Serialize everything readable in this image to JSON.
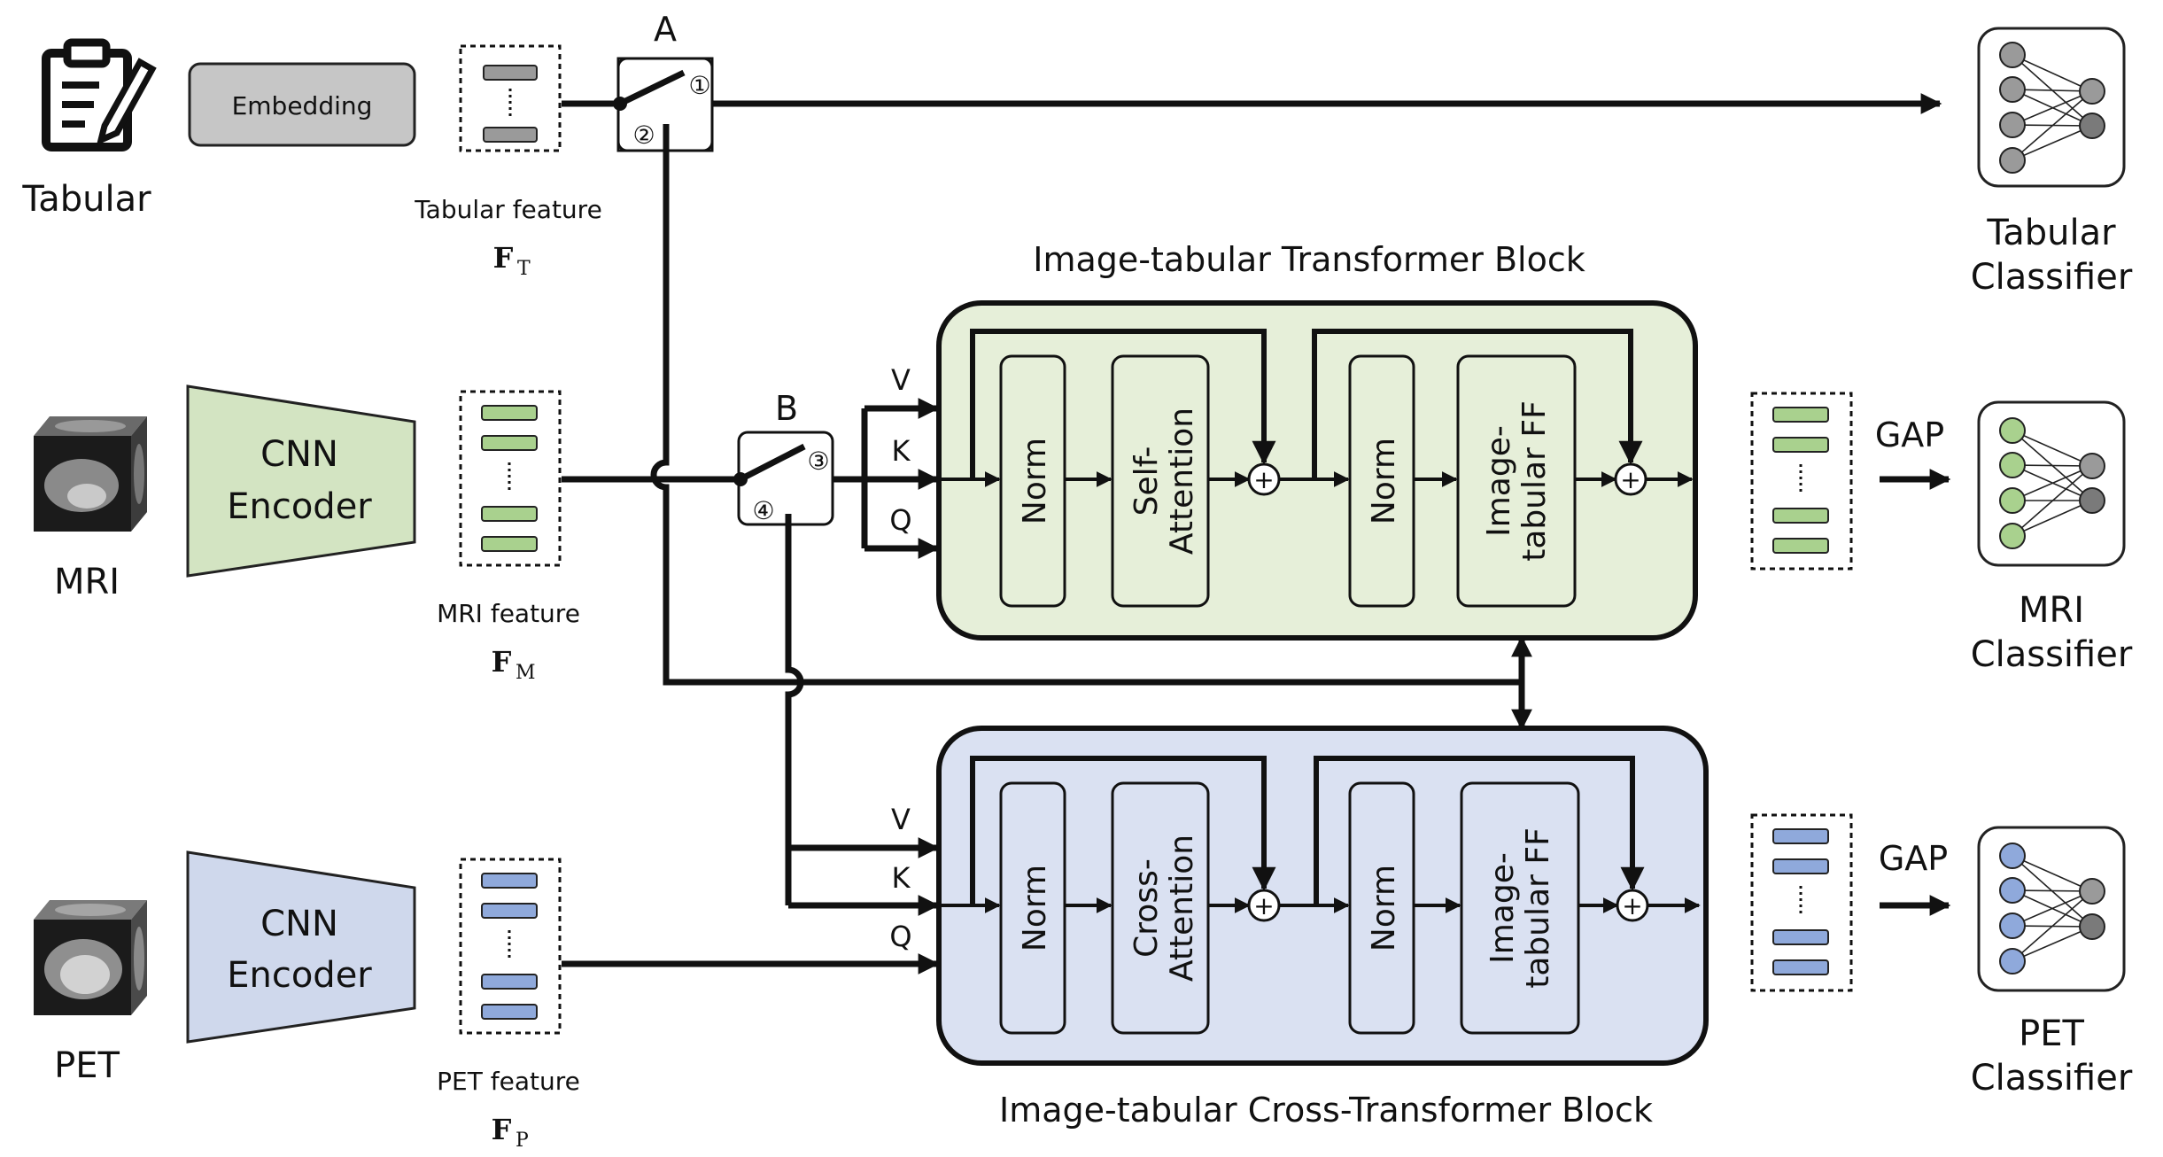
{
  "inputs": {
    "tabular": "Tabular",
    "mri": "MRI",
    "pet": "PET"
  },
  "modules": {
    "embedding": "Embedding",
    "cnn_encoder_line1": "CNN",
    "cnn_encoder_line2": "Encoder"
  },
  "features": {
    "tabular": "Tabular feature",
    "tabular_symbol": "F",
    "tabular_sub": "T",
    "mri": "MRI feature",
    "mri_symbol": "F",
    "mri_sub": "M",
    "pet": "PET feature",
    "pet_symbol": "F",
    "pet_sub": "P"
  },
  "switches": {
    "a_label": "A",
    "a_pos1": "①",
    "a_pos2": "②",
    "b_label": "B",
    "b_pos3": "③",
    "b_pos4": "④"
  },
  "qkv": {
    "v": "V",
    "k": "K",
    "q": "Q"
  },
  "blocks": {
    "transformer_title": "Image-tabular Transformer Block",
    "cross_title": "Image-tabular Cross-Transformer Block",
    "norm": "Norm",
    "self_attention_1": "Self-",
    "self_attention_2": "Attention",
    "cross_attention_1": "Cross-",
    "cross_attention_2": "Attention",
    "ff_1": "Image-",
    "ff_2": "tabular FF",
    "add": "+"
  },
  "gap": "GAP",
  "classifiers": {
    "tabular_1": "Tabular",
    "tabular_2": "Classifier",
    "mri_1": "MRI",
    "mri_2": "Classifier",
    "pet_1": "PET",
    "pet_2": "Classifier"
  },
  "colors": {
    "mri_green": "#d3e4c2",
    "mri_bar": "#a9d18e",
    "pet_blue": "#cfd8ec",
    "pet_bar": "#8fa9db",
    "tab_gray": "#c6c6c6",
    "tab_bar": "#9a9a9a",
    "block_green_bg": "#e6efd9",
    "block_blue_bg": "#dae1f2",
    "line": "#111111"
  }
}
